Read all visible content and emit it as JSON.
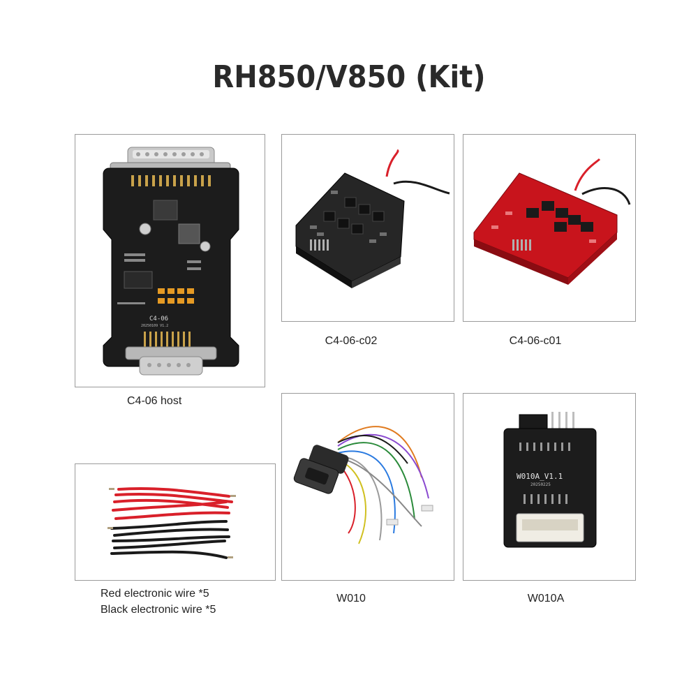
{
  "page": {
    "title": "RH850/V850 (Kit)"
  },
  "items": [
    {
      "label": "C4-06 host"
    },
    {
      "label": "C4-06-c02"
    },
    {
      "label": "C4-06-c01"
    },
    {
      "label_line1": "Red electronic wire *5",
      "label_line2": "Black electronic wire *5"
    },
    {
      "label": "W010"
    },
    {
      "label": "W010A"
    }
  ],
  "board_markings": {
    "host_model": "C4-06",
    "host_date": "20250109 V1.2",
    "w010a_model": "W010A_V1.1",
    "w010a_date": "20250225"
  },
  "colors": {
    "pcb_black": "#1c1c1c",
    "pcb_red": "#c8141c",
    "wire_red": "#d9202a",
    "wire_black": "#1a1a1a",
    "border": "#9a9a9a"
  }
}
